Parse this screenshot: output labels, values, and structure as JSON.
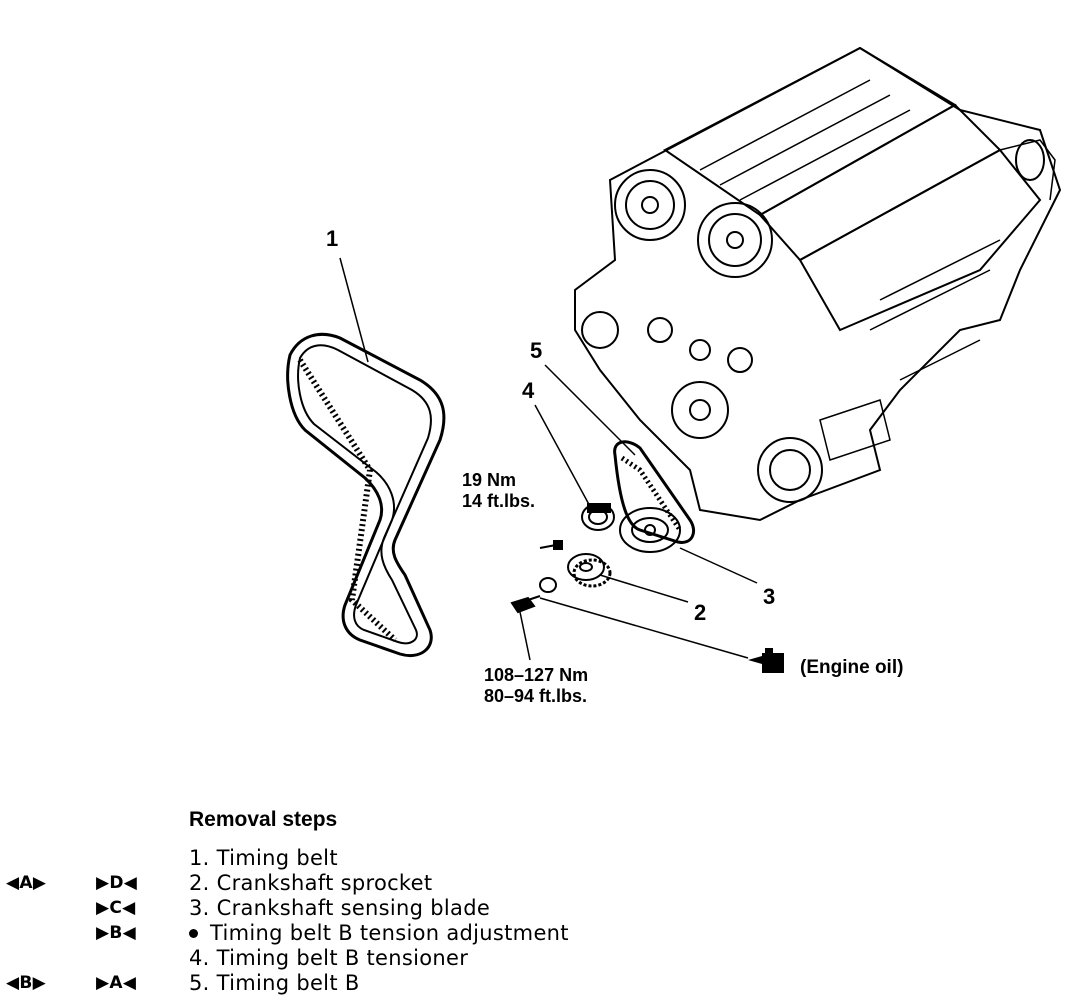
{
  "callouts": {
    "c1": "1",
    "c2": "2",
    "c3": "3",
    "c4": "4",
    "c5": "5"
  },
  "torque_small": {
    "nm": "19 Nm",
    "ftlbs": "14 ft.lbs."
  },
  "torque_large": {
    "nm": "108–127 Nm",
    "ftlbs": "80–94 ft.lbs."
  },
  "oil_label": "(Engine oil)",
  "oil_icon": "oil-can-icon",
  "removal": {
    "title": "Removal steps",
    "rows": [
      {
        "removal_mark": "",
        "install_mark": "",
        "text": "1. Timing belt"
      },
      {
        "removal_mark": "◀A▶",
        "install_mark": "▶D◀",
        "text": "2. Crankshaft sprocket"
      },
      {
        "removal_mark": "",
        "install_mark": "▶C◀",
        "text": "3. Crankshaft sensing blade"
      },
      {
        "removal_mark": "",
        "install_mark": "▶B◀",
        "text": "Timing belt B tension adjustment",
        "bullet": true
      },
      {
        "removal_mark": "",
        "install_mark": "",
        "text": "4. Timing belt B tensioner"
      },
      {
        "removal_mark": "◀B▶",
        "install_mark": "▶A◀",
        "text": "5. Timing belt B"
      }
    ]
  }
}
